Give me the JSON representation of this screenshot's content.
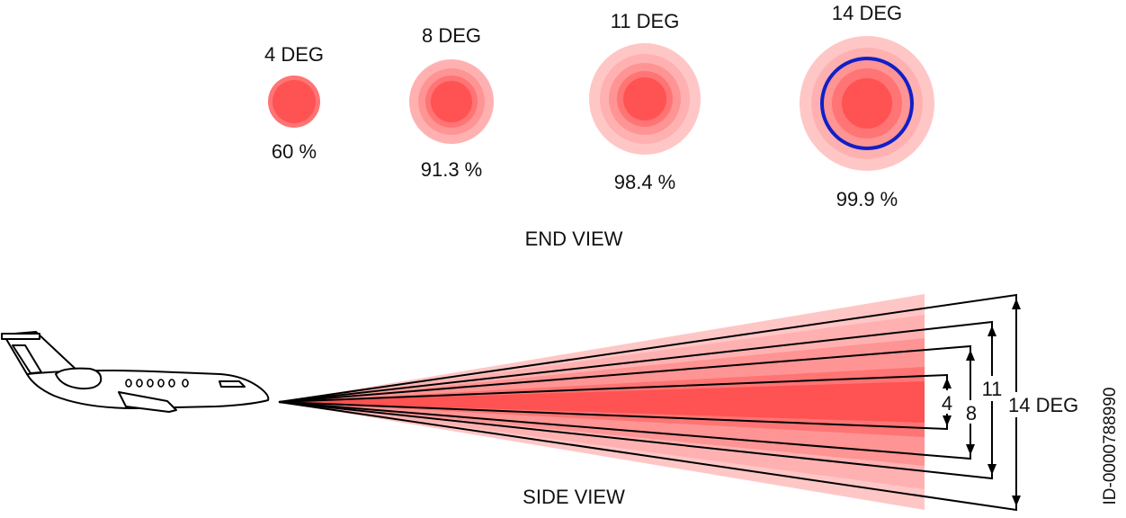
{
  "end_view": {
    "title": "END VIEW",
    "beams": [
      {
        "label": "4 DEG",
        "percent": "60 %",
        "rings": 1,
        "outline": false
      },
      {
        "label": "8 DEG",
        "percent": "91.3 %",
        "rings": 3,
        "outline": false
      },
      {
        "label": "11 DEG",
        "percent": "98.4 %",
        "rings": 4,
        "outline": false
      },
      {
        "label": "14 DEG",
        "percent": "99.9 %",
        "rings": 5,
        "outline": true
      }
    ]
  },
  "side_view": {
    "title": "SIDE VIEW",
    "dimensions": [
      "4",
      "8",
      "11",
      "14 DEG"
    ]
  },
  "figure_id": "ID-0000788990",
  "colors": {
    "core": "#ff5252",
    "ring_1": "#ff7474",
    "ring_2": "#ff9494",
    "ring_3": "#ffb1b1",
    "ring_4": "#ffc6c6",
    "outline": "#1020c8"
  },
  "icons": {
    "aircraft": "business-jet-icon"
  }
}
